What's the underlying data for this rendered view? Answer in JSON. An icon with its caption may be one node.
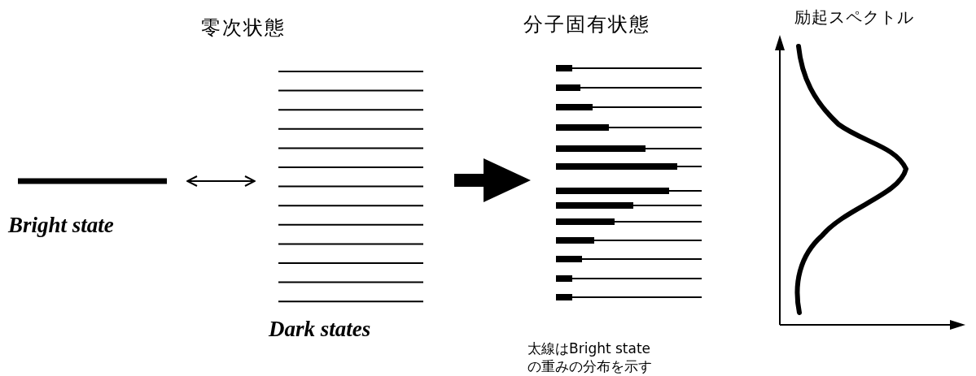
{
  "diagram": {
    "nodes": [
      {
        "text": [
          "Bright state"
        ]
      },
      {
        "text": [
          "Dark states"
        ]
      },
      {
        "text": [
          "分子固有状態",
          "太線はBright stateの重みの分布を示す"
        ]
      }
    ],
    "edges": [
      {
        "from": 0,
        "to": 1,
        "arrow": "both"
      },
      {
        "from": 1,
        "to": 2,
        "arrow": "to",
        "style": "thick"
      }
    ],
    "labels": [
      "零次状態",
      "励起スペクトル"
    ]
  }
}
